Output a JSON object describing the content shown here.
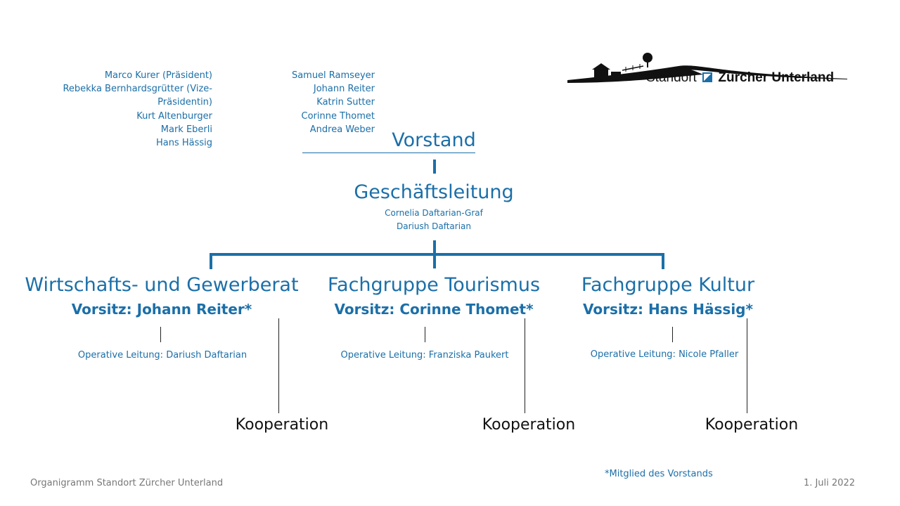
{
  "logo": {
    "name_part1": "Standort",
    "name_part2": "Zürcher Unterland"
  },
  "vorstand": {
    "title": "Vorstand",
    "members_left": [
      "Marco Kurer (Präsident)",
      "Rebekka Bernhardsgrütter (Vize-",
      "Präsidentin)",
      "Kurt Altenburger",
      "Mark Eberli",
      "Hans Hässig"
    ],
    "members_right": [
      "Samuel Ramseyer",
      "Johann Reiter",
      "Katrin Sutter",
      "Corinne Thomet",
      "Andrea Weber"
    ]
  },
  "geschaeftsleitung": {
    "title": "Geschäftsleitung",
    "members": [
      "Cornelia Daftarian-Graf",
      "Dariush Daftarian"
    ]
  },
  "groups": [
    {
      "title": "Wirtschafts- und Gewerberat",
      "chair": "Vorsitz: Johann Reiter*",
      "operative": "Operative Leitung: Dariush Daftarian",
      "cooperation": "Kooperation"
    },
    {
      "title": "Fachgruppe Tourismus",
      "chair": "Vorsitz: Corinne Thomet*",
      "operative": "Operative Leitung: Franziska Paukert",
      "cooperation": "Kooperation"
    },
    {
      "title": "Fachgruppe Kultur",
      "chair": "Vorsitz: Hans Hässig*",
      "operative": "Operative Leitung: Nicole Pfaller",
      "cooperation": "Kooperation"
    }
  ],
  "footnote": "*Mitglied des Vorstands",
  "footer": {
    "left": "Organigramm Standort Zürcher Unterland",
    "right": "1. Juli 2022"
  },
  "colors": {
    "accent": "#1b6fa8",
    "text_dark": "#111111",
    "footer_gray": "#777777"
  }
}
